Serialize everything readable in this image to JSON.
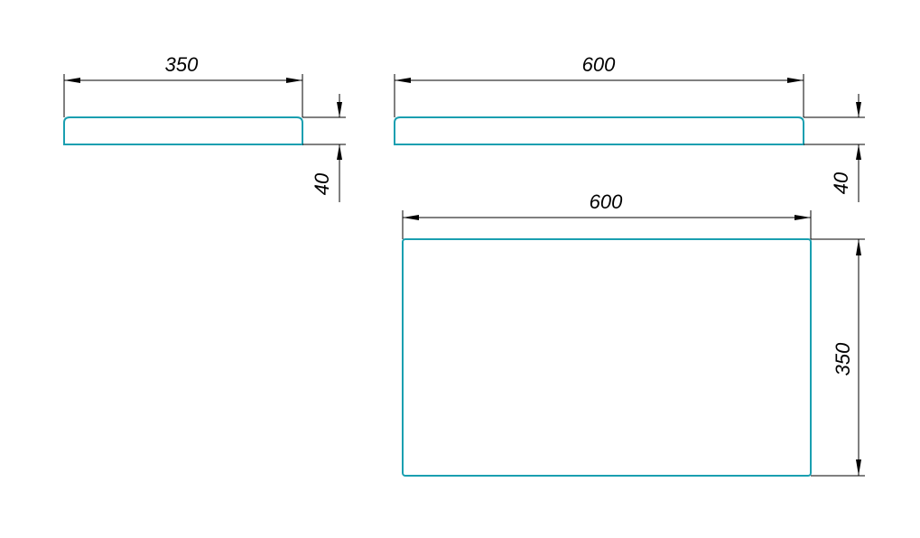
{
  "colors": {
    "outline": "#1a9fb0",
    "dimension": "#000000",
    "background": "#ffffff"
  },
  "views": {
    "side_view": {
      "width_label": "350",
      "height_label": "40"
    },
    "front_view": {
      "width_label": "600",
      "height_label": "40"
    },
    "top_view": {
      "width_label": "600",
      "depth_label": "350"
    }
  }
}
